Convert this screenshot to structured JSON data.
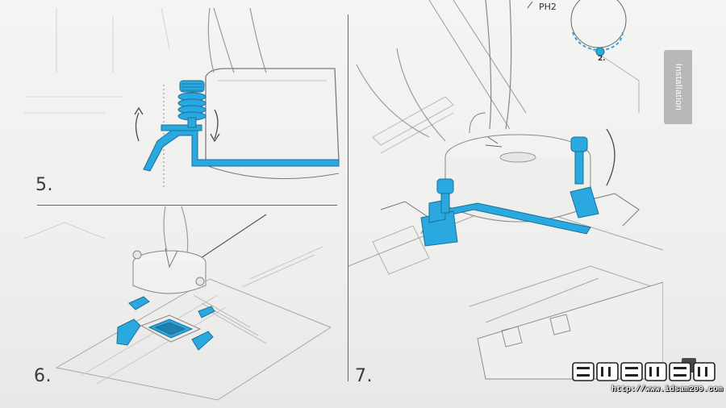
{
  "manual": {
    "section_tab": "Installation",
    "steps": [
      {
        "number": "5."
      },
      {
        "number": "6."
      },
      {
        "number": "7."
      }
    ],
    "ph2_label": "PH2",
    "ph2_step": "2."
  },
  "colors": {
    "highlight": "#2aa8e0",
    "line_art": "#8f8f8f",
    "paper": "#f2f2f0",
    "tab": "#b8b8b6"
  },
  "watermark": {
    "logo_text": "뚜비뚜비뚜비",
    "url": "http://www.idsam209.com"
  }
}
